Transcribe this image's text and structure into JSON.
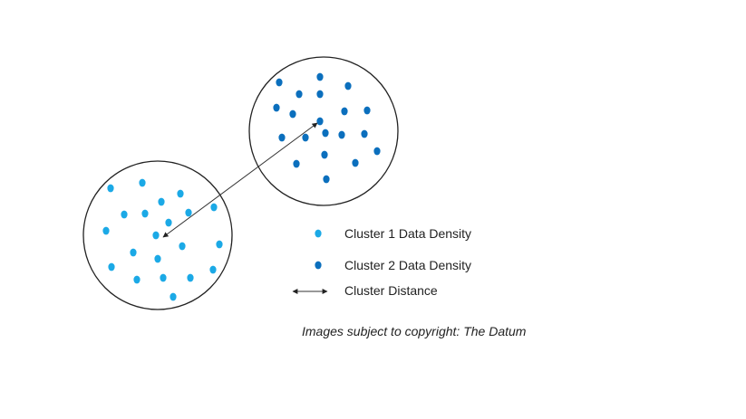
{
  "colors": {
    "cluster1": "#1ba9e6",
    "cluster2": "#0b6fbd",
    "outline": "#222222",
    "text": "#222222"
  },
  "legend": {
    "cluster1_label": "Cluster 1 Data Density",
    "cluster2_label": "Cluster 2 Data Density",
    "distance_label": "Cluster Distance"
  },
  "caption": "Images subject to copyright: The Datum"
}
